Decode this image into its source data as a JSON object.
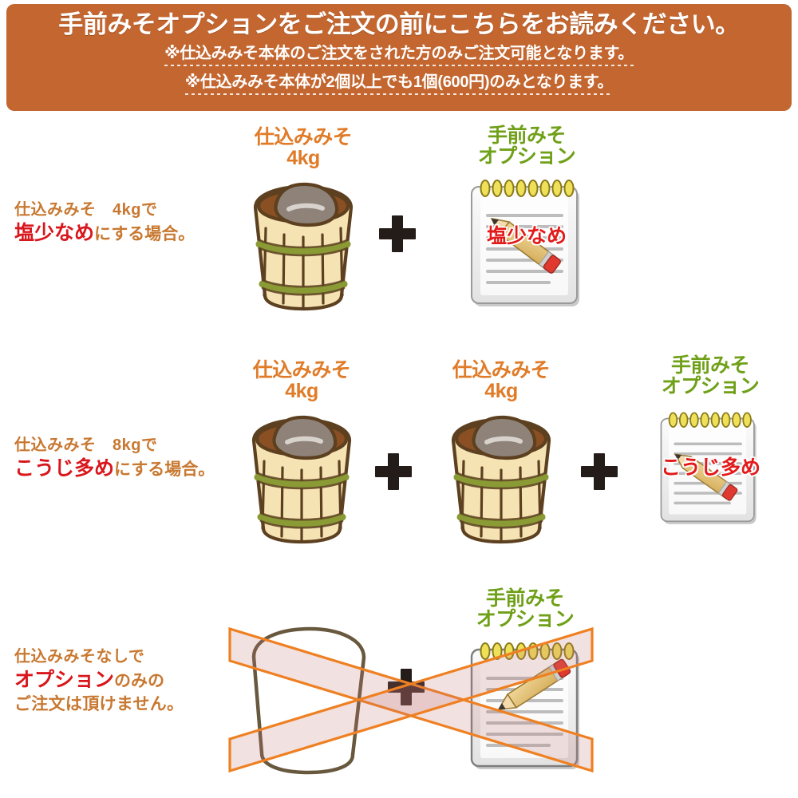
{
  "banner": {
    "title": "手前みそオプションをご注文の前にこちらをお読みください。",
    "note1": "※仕込みみそ本体のご注文をされた方のみご注文可能となります。",
    "note2": "※仕込みみそ本体が2個以上でも1個(600円)のみとなります。",
    "background_color": "#c3662f",
    "text_color": "#ffffff"
  },
  "colors": {
    "orange_label": "#e07b28",
    "green_label": "#6fa018",
    "red_emphasis": "#d9161c",
    "brown_caption": "#c87830",
    "plus_sign": "#231c18",
    "barrel_wood": "#f6e3b4",
    "barrel_outline": "#5c4020",
    "barrel_hoop": "#8a9a35",
    "miso_brown": "#8a4f23",
    "stone_gray": "#8e8279",
    "x_overlay": "#ef8022"
  },
  "labels": {
    "miso_barrel": "仕込みみそ",
    "miso_weight": "4kg",
    "option_line1": "手前みそ",
    "option_line2": "オプション",
    "plus": "+"
  },
  "rows": [
    {
      "id": "row-salt-less",
      "caption_line1": "仕込みみそ　4kgで",
      "caption_strong": "塩少なめ",
      "caption_tail": "にする場合。",
      "barrel_count": 1,
      "note_text": "塩少なめ",
      "note_text_color": "#e21a1a",
      "disabled": false
    },
    {
      "id": "row-koji-more",
      "caption_line1": "仕込みみそ　8kgで",
      "caption_strong": "こうじ多め",
      "caption_tail": "にする場合。",
      "barrel_count": 2,
      "note_text": "こうじ多め",
      "note_text_color": "#e21a1a",
      "disabled": false
    },
    {
      "id": "row-option-only-forbidden",
      "caption_line1": "仕込みみそなしで",
      "caption_strong": "オプション",
      "caption_tail": "のみの",
      "caption_line3": "ご注文は頂けません。",
      "barrel_count": 1,
      "note_text": "",
      "disabled": true
    }
  ]
}
